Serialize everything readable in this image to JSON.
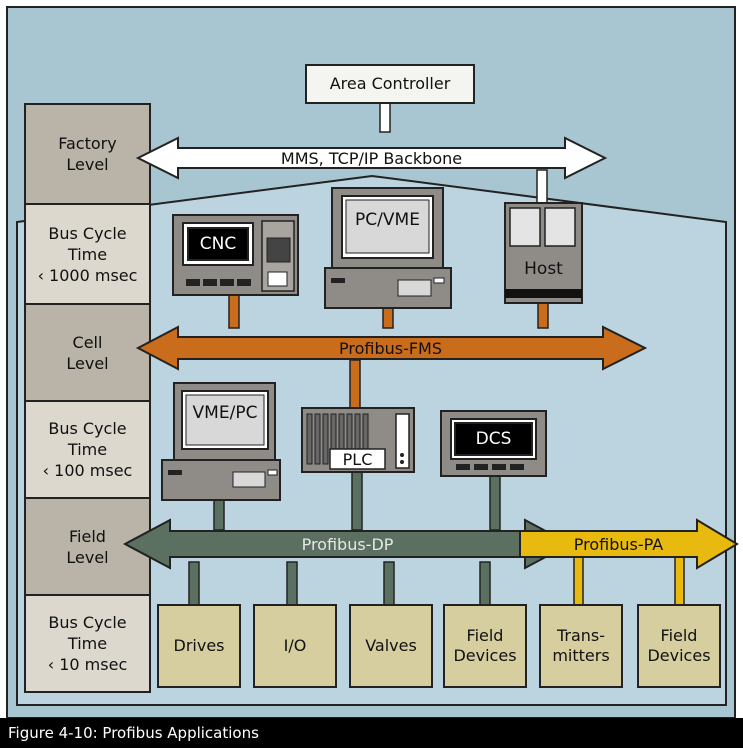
{
  "diagram": {
    "area_controller": "Area Controller",
    "levels": [
      "Factory\nLevel",
      "Bus Cycle\nTime\n‹ 1000 msec",
      "Cell\nLevel",
      "Bus Cycle\nTime\n‹ 100 msec",
      "Field\nLevel",
      "Bus Cycle\nTime\n‹ 10 msec"
    ],
    "buses": {
      "backbone": "MMS, TCP/IP Backbone",
      "fms": "Profibus-FMS",
      "dp": "Profibus-DP",
      "pa": "Profibus-PA"
    },
    "devices": {
      "cnc": "CNC",
      "pc_vme": "PC/VME",
      "host": "Host",
      "vme_pc": "VME/PC",
      "plc": "PLC",
      "dcs": "DCS"
    },
    "field_boxes": [
      "Drives",
      "I/O",
      "Valves",
      "Field\nDevices",
      "Trans-\nmitters",
      "Field\nDevices"
    ]
  },
  "colors": {
    "outer_bg": "#a8c6d1",
    "inner_bg": "#bcd4df",
    "side_column_dark": "#b9b3a8",
    "side_column_light": "#dcd8ce",
    "fms_bus": "#c96c1c",
    "dp_bus": "#5b7060",
    "pa_bus": "#e8b90f",
    "field_box": "#d6ce9f",
    "device_body": "#8f8c88"
  },
  "caption": "Figure 4-10: Profibus Applications"
}
